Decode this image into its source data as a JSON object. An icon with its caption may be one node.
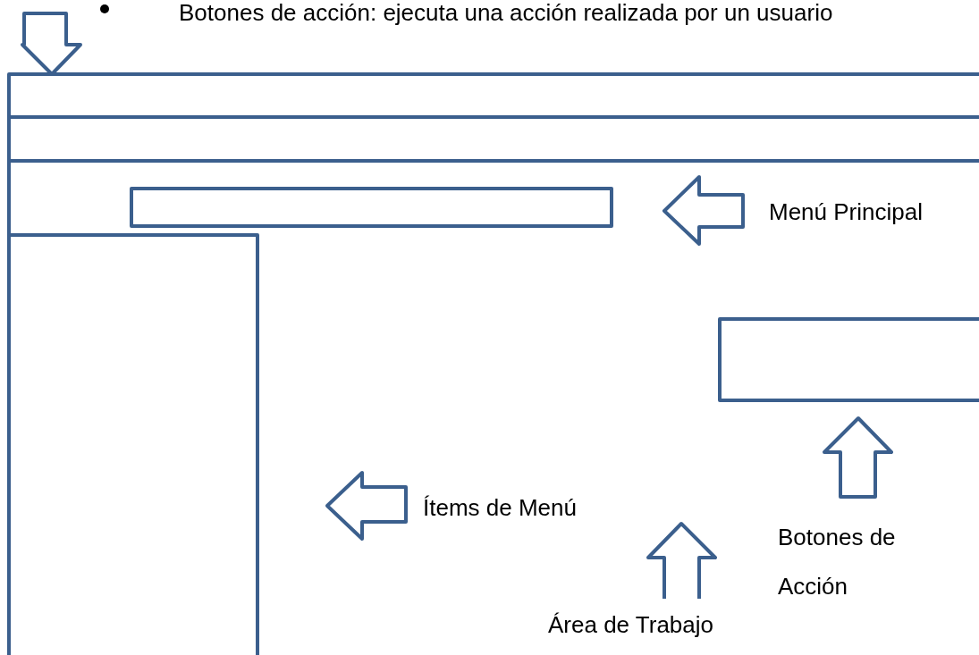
{
  "diagram": {
    "labels": [
      "Botones de acción: ejecuta una acción realizada por un usuario",
      "Menú Principal",
      "Ítems de Menú",
      "Botones de Acción",
      "Área de Trabajo"
    ]
  }
}
